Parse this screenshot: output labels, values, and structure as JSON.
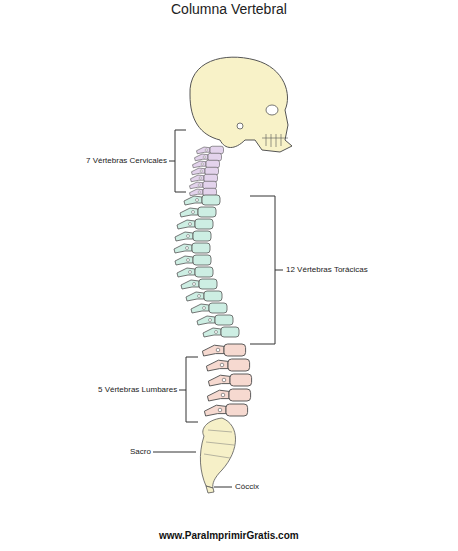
{
  "diagram": {
    "title": "Columna Vertebral",
    "labels": [
      "7 Vértebras Cervicales",
      "12 Vértebras Torácicas",
      "5 Vértebras Lumbares",
      "Sacro",
      "Cóccix",
      "www.ParaImprimirGratis.com"
    ]
  }
}
